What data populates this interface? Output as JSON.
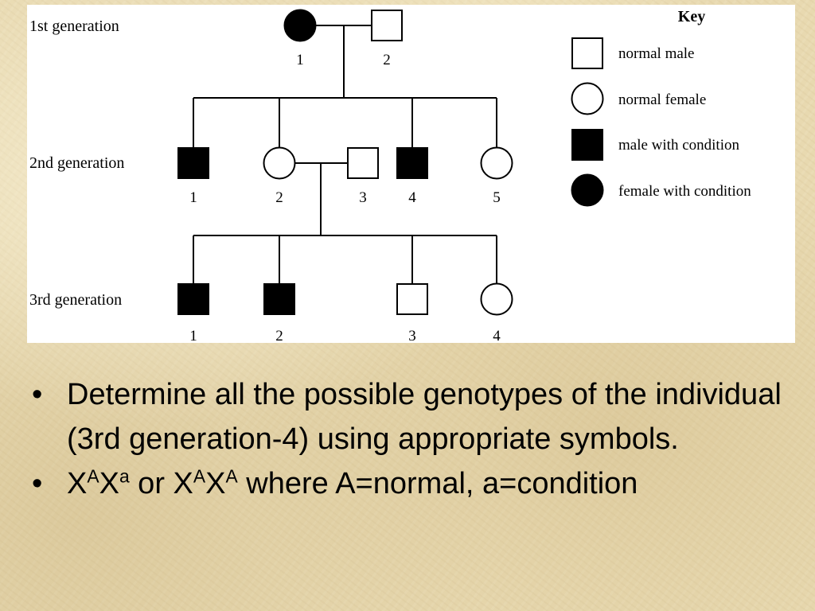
{
  "generation_labels": [
    "1st generation",
    "2nd generation",
    "3rd generation"
  ],
  "generations": [
    {
      "members": [
        {
          "number": "1",
          "sex": "female",
          "affected": true
        },
        {
          "number": "2",
          "sex": "male",
          "affected": false
        }
      ]
    },
    {
      "members": [
        {
          "number": "1",
          "sex": "male",
          "affected": true
        },
        {
          "number": "2",
          "sex": "female",
          "affected": false
        },
        {
          "number": "3",
          "sex": "male",
          "affected": false
        },
        {
          "number": "4",
          "sex": "male",
          "affected": true
        },
        {
          "number": "5",
          "sex": "female",
          "affected": false
        }
      ]
    },
    {
      "members": [
        {
          "number": "1",
          "sex": "male",
          "affected": true
        },
        {
          "number": "2",
          "sex": "male",
          "affected": true
        },
        {
          "number": "3",
          "sex": "male",
          "affected": false
        },
        {
          "number": "4",
          "sex": "female",
          "affected": false
        }
      ]
    }
  ],
  "key": {
    "title": "Key",
    "items": [
      {
        "label": "normal male",
        "symbol": "square-open"
      },
      {
        "label": "normal female",
        "symbol": "circle-open"
      },
      {
        "label": "male with condition",
        "symbol": "square-filled"
      },
      {
        "label": "female with condition",
        "symbol": "circle-filled"
      }
    ]
  },
  "bullets": {
    "bullet_char": "•",
    "question": "Determine all the possible genotypes of the individual (3rd generation-4) using appropriate symbols.",
    "answer": {
      "g1_base1": "X",
      "g1_sup1": "A",
      "g1_base2": "X",
      "g1_sup2": "a",
      "or_text": " or ",
      "g2_base1": "X",
      "g2_sup1": "A",
      "g2_base2": "X",
      "g2_sup2": "A",
      "rest": " where A=normal, a=condition"
    }
  }
}
